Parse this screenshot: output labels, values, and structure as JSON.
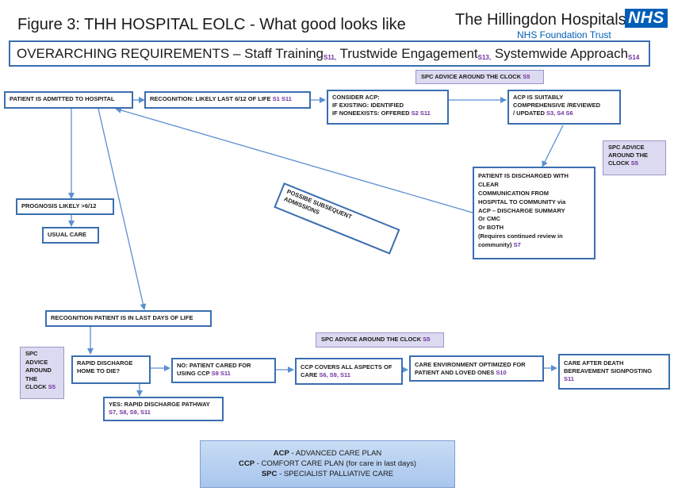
{
  "header": {
    "title": "Figure 3: THH HOSPITAL EOLC  - What good looks like",
    "logo_name": "The Hillingdon Hospitals",
    "logo_sub": "NHS Foundation Trust",
    "nhs_mark": "NHS"
  },
  "overarching": {
    "lead": "OVERARCHING REQUIREMENTS – ",
    "item1": "Staff Training",
    "ref1": "S11,",
    "item2": " Trustwide Engagement",
    "ref2": "S13,",
    "item3": " Systemwide Approach",
    "ref3": "S14"
  },
  "boxes": {
    "admitted": "PATIENT IS ADMITTED TO HOSPITAL",
    "recognition": {
      "text": "RECOGNITION:  LIKELY LAST 6/12 OF LIFE ",
      "s": "S1  S11"
    },
    "consider": {
      "l1": "CONSIDER ACP:",
      "l2": "IF EXISTING: IDENTIFIED",
      "l3": "IF NONEEXISTS: OFFERED ",
      "s": "S2  S11"
    },
    "acp_suitable": {
      "l1": "ACP IS SUITABLY",
      "l2": "COMPREHENSIVE /REVIEWED",
      "l3": "/ UPDATED ",
      "s": "S3, S4 S6"
    },
    "discharged": {
      "l1": "PATIENT IS DISCHARGED WITH",
      "l2": "CLEAR",
      "l3": "COMMUNICATION FROM",
      "l4": "HOSPITAL TO COMMUNITY via",
      "l5": "ACP – DISCHARGE SUMMARY",
      "l6": "Or CMC",
      "l7": "Or BOTH",
      "l8": "(Requires continued review in",
      "l9": "community)  ",
      "s": "S7"
    },
    "subsequent": {
      "l1": "POSSIBE SUBSEQUENT",
      "l2": "ADMISSIONS"
    },
    "prognosis": "PROGNOSIS LIKELY >6/12",
    "usual": "USUAL CARE",
    "last_days": "RECOGNITION PATIENT IS IN LAST DAYS OF LIFE",
    "rapid_q": {
      "l1": "RAPID DISCHARGE",
      "l2": "HOME TO DIE?"
    },
    "no_ccp": {
      "l1": "NO: PATIENT CARED FOR",
      "l2": "USING CCP ",
      "s": "S9  S11"
    },
    "yes_pathway": {
      "l1": "YES: RAPID DISCHARGE PATHWAY",
      "s": "S7, S8, S9, S11"
    },
    "ccp_covers": {
      "l1": "CCP COVERS ALL ASPECTS OF",
      "l2": "CARE ",
      "s": "S6, S9, S11"
    },
    "environment": {
      "l1": "CARE ENVIRONMENT OPTIMIZED FOR",
      "l2": "PATIENT AND LOVED ONES ",
      "s": "S10"
    },
    "after_death": {
      "l1": "CARE AFTER DEATH",
      "l2": "BEREAVEMENT SIGNPOSTING",
      "s": "S11"
    }
  },
  "spc": {
    "top": {
      "text": "SPC ADVICE AROUND THE CLOCK ",
      "s": "S5"
    },
    "right": {
      "l1": "SPC ADVICE",
      "l2": "AROUND THE",
      "l3": "CLOCK ",
      "s": "S5"
    },
    "middle": {
      "text": "SPC ADVICE AROUND THE CLOCK ",
      "s": "S5"
    },
    "left": {
      "l1": "SPC",
      "l2": "ADVICE",
      "l3": "AROUND",
      "l4": "THE",
      "l5": "CLOCK ",
      "s": "S5"
    }
  },
  "legend": {
    "acp_abbr": "ACP",
    "acp_def": " - ADVANCED CARE PLAN",
    "ccp_abbr": "CCP",
    "ccp_def": " - COMFORT CARE PLAN (for care in last days)",
    "spc_abbr": "SPC",
    "spc_def": " - SPECIALIST PALLIATIVE CARE"
  },
  "colors": {
    "box_border": "#3a6eb0",
    "arrow": "#5b8fd0",
    "ref": "#7030a0",
    "spc_fill": "#dcdaf0",
    "nhs_blue": "#005eb8"
  }
}
